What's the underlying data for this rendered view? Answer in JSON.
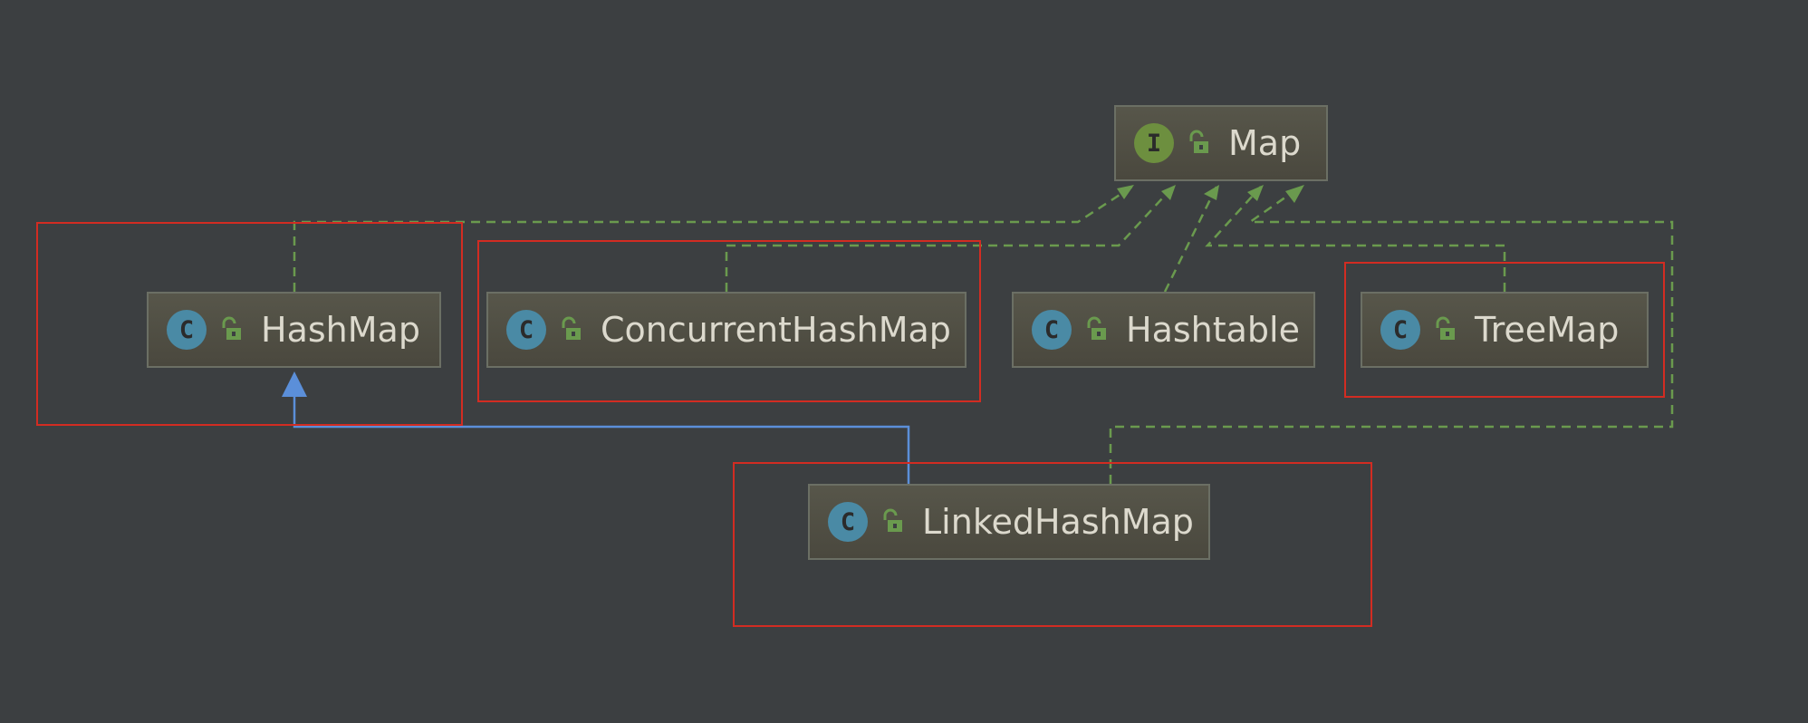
{
  "diagram": {
    "nodes": [
      {
        "id": "map",
        "kind": "interface",
        "kind_glyph": "I",
        "label": "Map",
        "icon": "interface-icon",
        "access_icon": "unlocked-icon"
      },
      {
        "id": "hashmap",
        "kind": "class",
        "kind_glyph": "C",
        "label": "HashMap",
        "icon": "class-icon",
        "access_icon": "unlocked-icon"
      },
      {
        "id": "concurrenthashmap",
        "kind": "class",
        "kind_glyph": "C",
        "label": "ConcurrentHashMap",
        "icon": "class-icon",
        "access_icon": "unlocked-icon"
      },
      {
        "id": "hashtable",
        "kind": "class",
        "kind_glyph": "C",
        "label": "Hashtable",
        "icon": "class-icon",
        "access_icon": "unlocked-icon"
      },
      {
        "id": "treemap",
        "kind": "class",
        "kind_glyph": "C",
        "label": "TreeMap",
        "icon": "class-icon",
        "access_icon": "unlocked-icon"
      },
      {
        "id": "linkedhashmap",
        "kind": "class",
        "kind_glyph": "C",
        "label": "LinkedHashMap",
        "icon": "class-icon",
        "access_icon": "unlocked-icon"
      }
    ],
    "edges": [
      {
        "from": "hashmap",
        "to": "map",
        "type": "implements"
      },
      {
        "from": "concurrenthashmap",
        "to": "map",
        "type": "implements"
      },
      {
        "from": "hashtable",
        "to": "map",
        "type": "implements"
      },
      {
        "from": "treemap",
        "to": "map",
        "type": "implements"
      },
      {
        "from": "linkedhashmap",
        "to": "map",
        "type": "implements"
      },
      {
        "from": "linkedhashmap",
        "to": "hashmap",
        "type": "extends"
      }
    ],
    "highlighted": [
      "hashmap",
      "concurrenthashmap",
      "treemap",
      "linkedhashmap"
    ],
    "colors": {
      "background": "#3c3f41",
      "implements_edge": "#6a9a4e",
      "extends_edge": "#5b8fd9",
      "highlight": "#d22c22",
      "node_text": "#dcd9cd",
      "class_icon": "#4a8aa5",
      "interface_icon": "#6d8f3f",
      "lock_icon": "#6a9a4e"
    }
  }
}
